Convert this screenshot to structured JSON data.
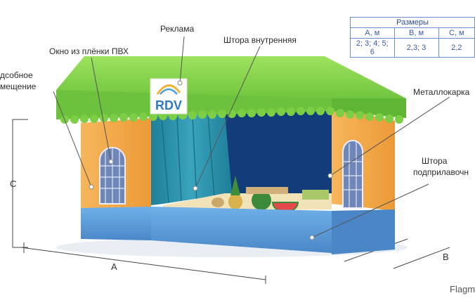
{
  "labels": {
    "reklama": "Реклама",
    "okno": "Окно из плёнки ПВХ",
    "shtora_vnutr": "Штора  внутренняя",
    "podsobnoe_1": "дсобное",
    "podsobnoe_2": "мещение",
    "metallokarkas": "Металлокарка",
    "shtora_podpr_1": "Штора",
    "shtora_podpr_2": "подприлавочн"
  },
  "logo": {
    "text": "RDV"
  },
  "dimensions": {
    "a": "A",
    "b": "B",
    "c": "C"
  },
  "sizes_table": {
    "title": "Размеры",
    "headers": [
      "А, м",
      "В, м",
      "С, м"
    ],
    "values": [
      "2; 3; 4; 5; 6",
      "2,3; 3",
      "2,2"
    ]
  },
  "watermark": "Flagma",
  "colors": {
    "roof_green": "#7ed04b",
    "wall_orange": "#f5a94a",
    "base_blue": "#5b9bd8",
    "curtain_teal": "#2a8fa8",
    "table_blue": "#6a8fd0"
  }
}
